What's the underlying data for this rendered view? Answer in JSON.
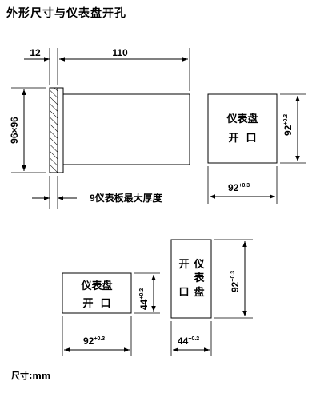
{
  "title": "外形尺寸与仪表盘开孔",
  "units": "尺寸:mm",
  "front_view": {
    "panel_thickness": "12",
    "body_depth": "110",
    "face_size": "96×96",
    "max_panel_note": "9仪表板最大厚度"
  },
  "cutout_square": {
    "line1": "仪表盘",
    "line2": "开  口",
    "width_value": "92",
    "width_tol": "+0.3",
    "height_value": "92",
    "height_tol": "+0.3"
  },
  "cutout_horizontal": {
    "line1": "仪表盘",
    "line2": "开  口",
    "width_value": "92",
    "width_tol": "+0.3",
    "height_value": "44",
    "height_tol": "+0.2"
  },
  "cutout_vertical": {
    "col1_top": "开",
    "col1_bottom": "口",
    "col2": [
      "仪",
      "表",
      "盘"
    ],
    "width_value": "44",
    "width_tol": "+0.2",
    "height_value": "92",
    "height_tol": "+0.3"
  }
}
